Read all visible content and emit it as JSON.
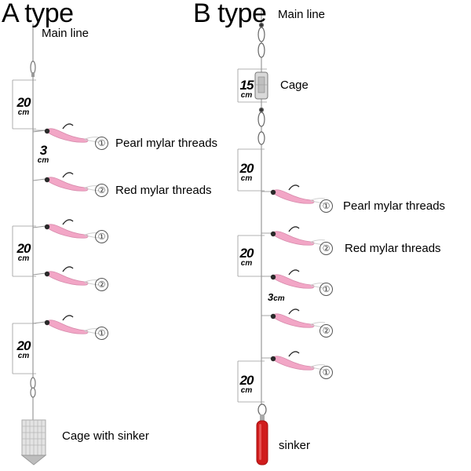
{
  "colors": {
    "line": "#9a9a9a",
    "lure_pink": "#f2a6c6",
    "lure_dark": "#2a2a2a",
    "sinker": "#d01c1c",
    "cage": "#d6d6d6"
  },
  "icons": {
    "swivel": "swivel-icon",
    "lure": "shrimp-lure-icon",
    "cage": "cage-icon",
    "sinker": "sinker-icon"
  },
  "a_type": {
    "title": "A type",
    "main_line": "Main line",
    "dims": [
      {
        "num": "20",
        "unit": "cm"
      },
      {
        "num": "3",
        "unit": "cm"
      },
      {
        "num": "20",
        "unit": "cm"
      },
      {
        "num": "20",
        "unit": "cm"
      }
    ],
    "lures": [
      {
        "mark": "①",
        "label": "Pearl mylar threads"
      },
      {
        "mark": "②",
        "label": "Red mylar threads"
      },
      {
        "mark": "①",
        "label": ""
      },
      {
        "mark": "②",
        "label": ""
      },
      {
        "mark": "①",
        "label": ""
      }
    ],
    "bottom": "Cage with sinker"
  },
  "b_type": {
    "title": "B type",
    "main_line": "Main line",
    "cage_label": "Cage",
    "dims": [
      {
        "num": "15",
        "unit": "cm"
      },
      {
        "num": "20",
        "unit": "cm"
      },
      {
        "num": "20",
        "unit": "cm"
      },
      {
        "num": "3",
        "unit": "cm"
      },
      {
        "num": "20",
        "unit": "cm"
      }
    ],
    "lures": [
      {
        "mark": "①",
        "label": "Pearl mylar threads"
      },
      {
        "mark": "②",
        "label": "Red mylar threads"
      },
      {
        "mark": "①",
        "label": ""
      },
      {
        "mark": "②",
        "label": ""
      },
      {
        "mark": "①",
        "label": ""
      }
    ],
    "bottom": "sinker"
  }
}
